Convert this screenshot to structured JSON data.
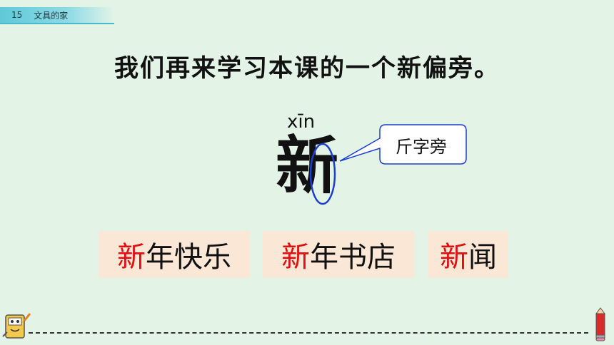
{
  "header": {
    "lesson_number": "15",
    "lesson_title": "文具的家"
  },
  "main": {
    "instruction": "我们再来学习本课的一个新偏旁。",
    "pinyin": "xīn",
    "character": "新",
    "radical_label": "斤字旁",
    "words": [
      {
        "highlight": "新",
        "rest": "年快乐"
      },
      {
        "highlight": "新",
        "rest": "年书店"
      },
      {
        "highlight": "新",
        "rest": "闻"
      }
    ]
  },
  "colors": {
    "highlight": "#e01010",
    "ellipse": "#1a3fd0",
    "tab": "#5ec9d8",
    "card": "#fbe7d6"
  },
  "icons": {
    "left_footer": "cartoon-book-mascot-icon",
    "right_footer": "pencil-icon"
  }
}
